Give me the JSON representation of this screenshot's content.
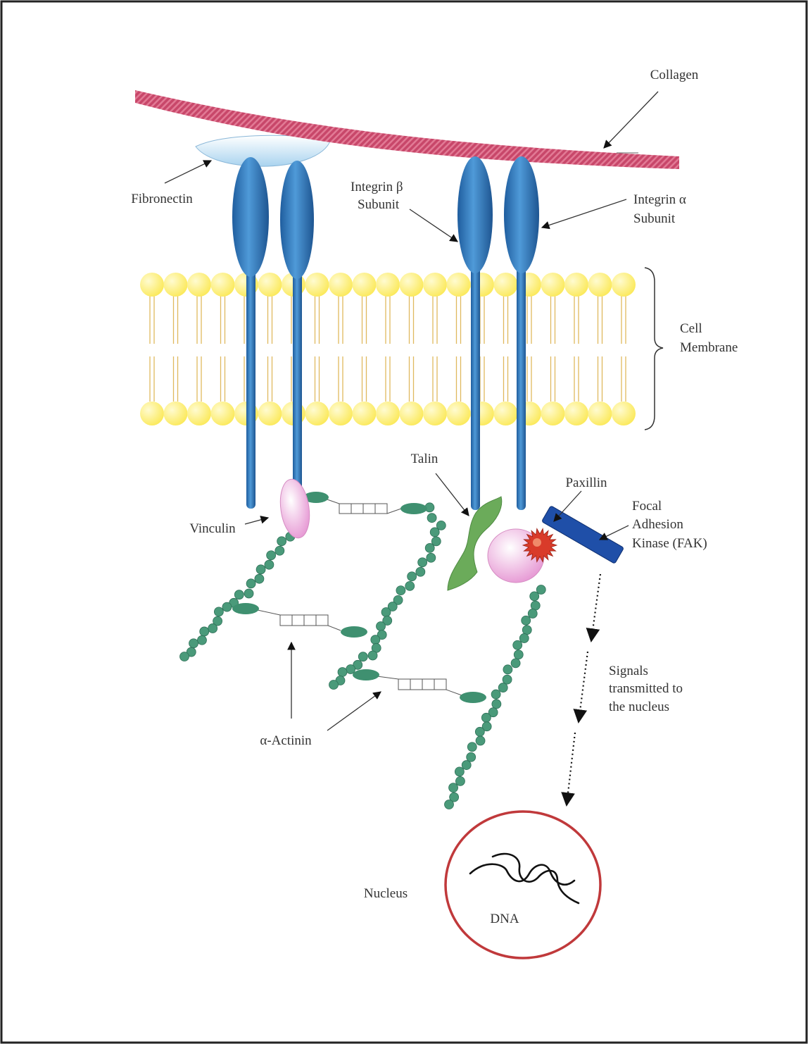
{
  "labels": {
    "collagen": "Collagen",
    "fibronectin": "Fibronectin",
    "integrin_beta_line1": "Integrin β",
    "integrin_beta_line2": "Subunit",
    "integrin_alpha_line1": "Integrin α",
    "integrin_alpha_line2": "Subunit",
    "cell_membrane_line1": "Cell",
    "cell_membrane_line2": "Membrane",
    "talin": "Talin",
    "paxillin": "Paxillin",
    "fak_line1": "Focal",
    "fak_line2": "Adhesion",
    "fak_line3": "Kinase (FAK)",
    "vinculin": "Vinculin",
    "signals_line1": "Signals",
    "signals_line2": "transmitted to",
    "signals_line3": "the nucleus",
    "alpha_actinin": "α-Actinin",
    "nucleus": "Nucleus",
    "dna": "DNA"
  },
  "colors": {
    "collagen": "#c8476a",
    "integrin": "#3c88c8",
    "membrane_head": "#fff27a",
    "membrane_tail": "#e8c66a",
    "actin": "#4a9a7a",
    "vinculin": "#f2b6e2",
    "talin": "#6bab5a",
    "paxillin": "#d93b2a",
    "fak": "#1f4fa8",
    "nucleus_ring": "#c0393b",
    "fibronectin": "#cfe6f5"
  }
}
